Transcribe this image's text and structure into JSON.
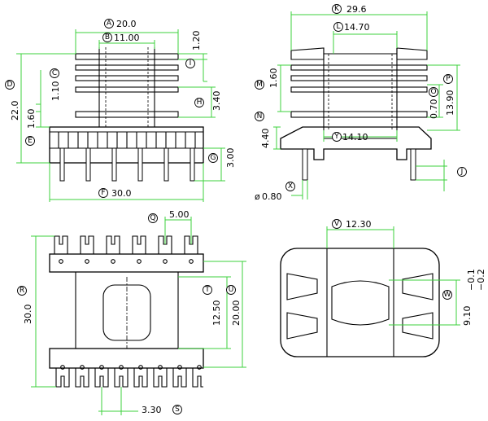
{
  "dims": {
    "A": "20.0",
    "B": "11.00",
    "C": "1.10",
    "D": "22.0",
    "E": "1.60",
    "F": "30.0",
    "G": "3.00",
    "H": "3.40",
    "I": "1.20",
    "K": "29.6",
    "L": "14.70",
    "M": "1.60",
    "N": "4.40",
    "O": "0.70",
    "P": "13.90",
    "X": "0.80",
    "X_prefix": "ø",
    "Y": "14.10",
    "Q": "5.00",
    "R": "30.0",
    "S": "3.30",
    "T": "12.50",
    "U": "20.00",
    "V": "12.30",
    "W": "9.10",
    "W_tol_plus": "−0.1",
    "W_tol_minus": "−0.2"
  },
  "markers": {
    "A": "A",
    "B": "B",
    "C": "C",
    "D": "D",
    "E": "E",
    "F": "F",
    "G": "G",
    "H": "H",
    "I": "I",
    "J": "J",
    "K": "K",
    "L": "L",
    "M": "M",
    "N": "N",
    "O": "O",
    "P": "P",
    "Q": "Q",
    "R": "R",
    "S": "S",
    "T": "T",
    "U": "U",
    "V": "V",
    "W": "W",
    "X": "X",
    "Y": "Y"
  }
}
